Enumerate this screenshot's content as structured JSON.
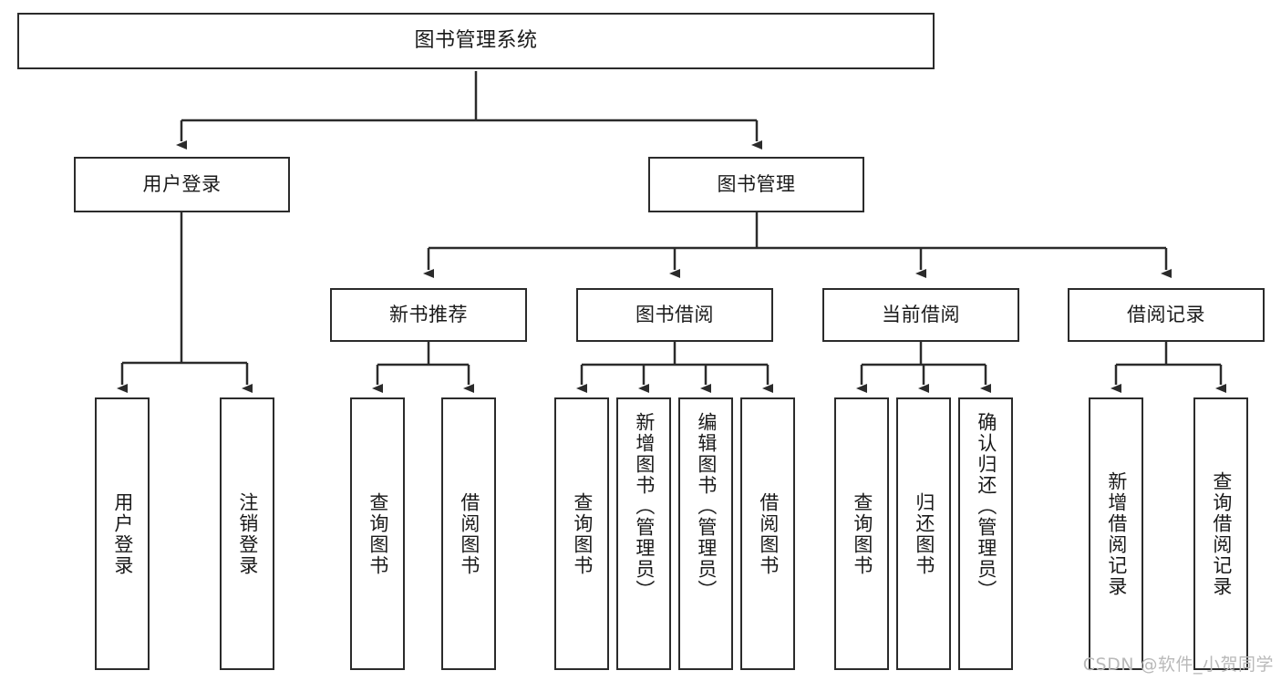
{
  "diagram": {
    "title": "图书管理系统",
    "type": "tree-hierarchy",
    "root": {
      "label": "图书管理系统"
    },
    "level1": [
      {
        "label": "用户登录"
      },
      {
        "label": "图书管理"
      }
    ],
    "level2": [
      {
        "label": "新书推荐"
      },
      {
        "label": "图书借阅"
      },
      {
        "label": "当前借阅"
      },
      {
        "label": "借阅记录"
      }
    ],
    "leaves": {
      "user_login": [
        {
          "label": "用户登录"
        },
        {
          "label": "注销登录"
        }
      ],
      "new_book_recommend": [
        {
          "label": "查询图书"
        },
        {
          "label": "借阅图书"
        }
      ],
      "book_borrow": [
        {
          "label": "查询图书"
        },
        {
          "label": "新增图书（管理员）"
        },
        {
          "label": "编辑图书（管理员）"
        },
        {
          "label": "借阅图书"
        }
      ],
      "current_borrow": [
        {
          "label": "查询图书"
        },
        {
          "label": "归还图书"
        },
        {
          "label": "确认归还（管理员）"
        }
      ],
      "borrow_record": [
        {
          "label": "新增借阅记录"
        },
        {
          "label": "查询借阅记录"
        }
      ]
    }
  },
  "watermark": {
    "text": "CSDN @软件_小贺同学"
  },
  "colors": {
    "box_border": "#2b2b2b",
    "line": "#2b2b2b",
    "background": "#ffffff",
    "text": "#1a1a1a",
    "watermark": "#b9b9b9"
  }
}
